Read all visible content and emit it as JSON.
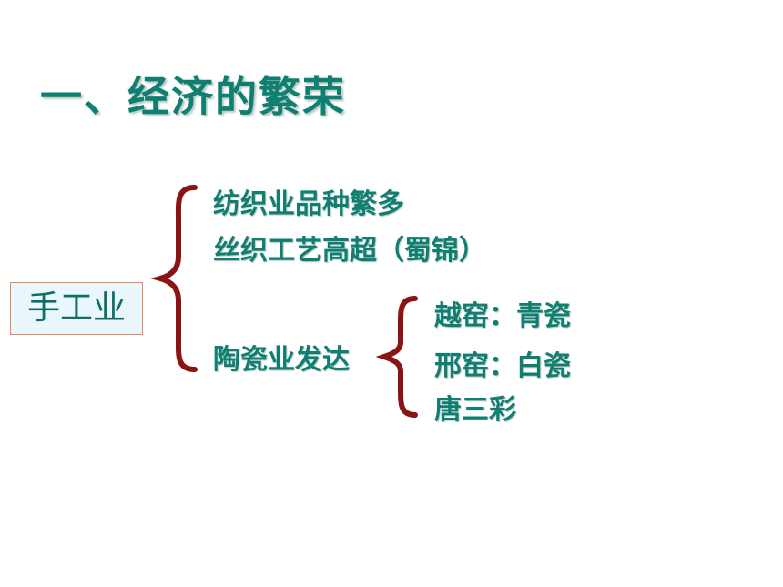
{
  "title": "一、经济的繁荣",
  "root": "手工业",
  "branches": [
    "纺织业品种繁多",
    "丝织工艺高超（蜀锦）",
    "陶瓷业发达"
  ],
  "pottery_items": [
    "越窑：青瓷",
    "邢窑：白瓷",
    "唐三彩"
  ],
  "colors": {
    "text": "#0f7f72",
    "brace": "#8a1414",
    "box_border": "#e08a5b",
    "box_fill": "#e9f6fb"
  }
}
